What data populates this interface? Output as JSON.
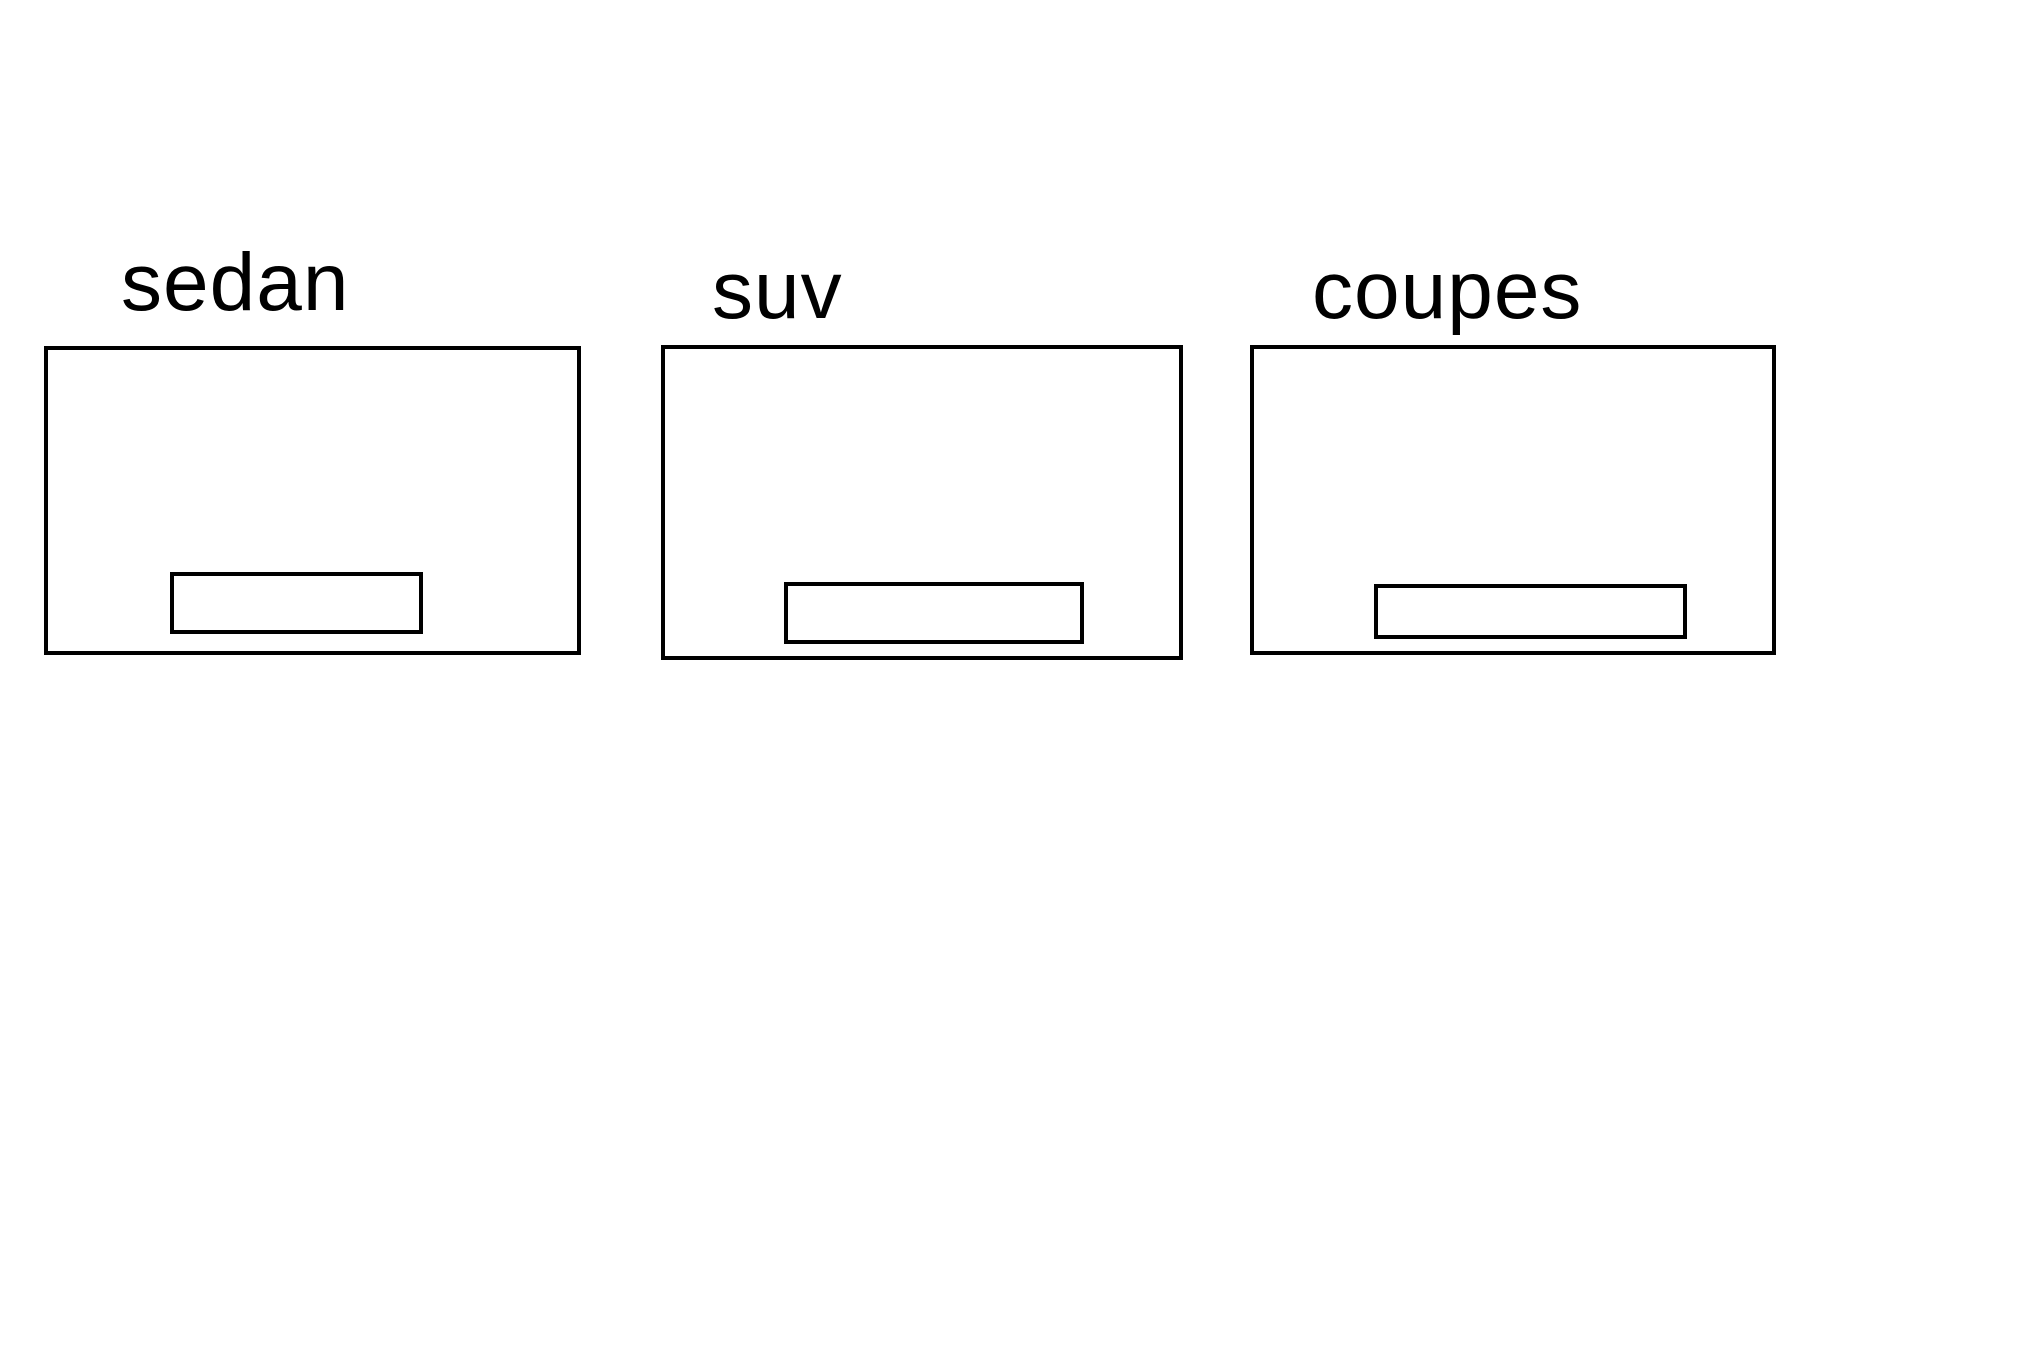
{
  "diagram": {
    "panels": [
      {
        "label": "sedan"
      },
      {
        "label": "suv"
      },
      {
        "label": "coupes"
      }
    ]
  },
  "colors": {
    "stroke": "#000000",
    "background": "#ffffff",
    "text": "#000000"
  }
}
